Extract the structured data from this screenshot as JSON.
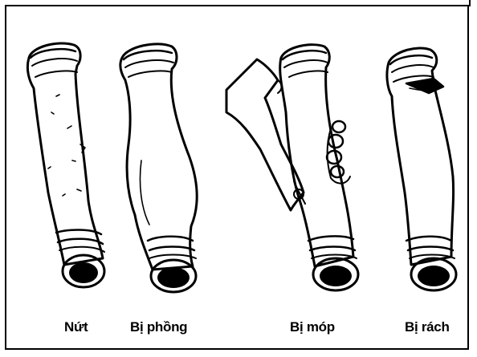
{
  "labels": [
    "Nứt",
    "Bị phồng",
    "Bị móp",
    "Bị rách"
  ],
  "colors": {
    "ink": "#000000",
    "paper": "#ffffff"
  }
}
